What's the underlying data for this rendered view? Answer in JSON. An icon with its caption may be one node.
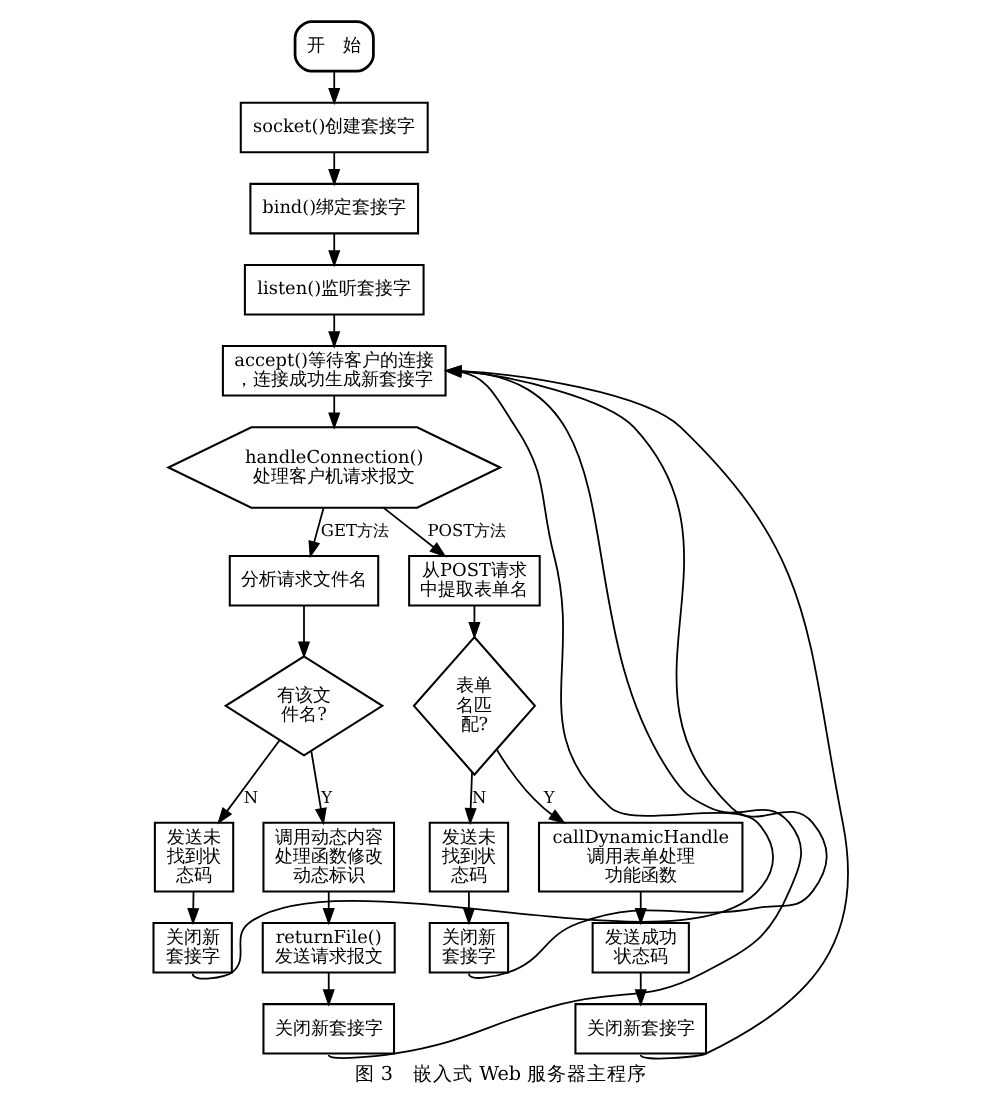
{
  "diagram": {
    "caption": "图 3　嵌入式 Web 服务器主程序",
    "nodes": [
      {
        "text": [
          "开　始"
        ]
      },
      {
        "text": [
          "socket()创建套接字"
        ]
      },
      {
        "text": [
          "bind()绑定套接字"
        ]
      },
      {
        "text": [
          "listen()监听套接字"
        ]
      },
      {
        "text": [
          "accept()等待客户的连接，连接成功生成新套接字"
        ]
      },
      {
        "text": [
          "handleConnection()",
          "处理客户机请求报文"
        ]
      },
      {
        "text": [
          "分析请求文件名"
        ]
      },
      {
        "text": [
          "从POST请求中提取表单名"
        ]
      },
      {
        "text": [
          "有该文件名?"
        ]
      },
      {
        "text": [
          "发送未找到状态码"
        ]
      },
      {
        "text": [
          "调用动态内容处理函数修改动态标识"
        ]
      },
      {
        "text": [
          "returnFile()",
          "发送请求报文"
        ]
      },
      {
        "text": [
          "关闭新套接字"
        ]
      },
      {
        "text": [
          "关闭新套接字"
        ]
      },
      {
        "text": [
          "表单名匹配?"
        ]
      },
      {
        "text": [
          "发送未找到状态码"
        ]
      },
      {
        "text": [
          "callDynamicHandle",
          "调用表单处理功能函数"
        ]
      },
      {
        "text": [
          "发送成功状态码"
        ]
      },
      {
        "text": [
          "关闭新套接字"
        ]
      },
      {
        "text": [
          "关闭新套接字"
        ]
      }
    ],
    "edges": [
      {
        "from": 0,
        "to": 1,
        "arrow": "to"
      },
      {
        "from": 1,
        "to": 2,
        "arrow": "to"
      },
      {
        "from": 2,
        "to": 3,
        "arrow": "to"
      },
      {
        "from": 3,
        "to": 4,
        "arrow": "to"
      },
      {
        "from": 4,
        "to": 5,
        "arrow": "to"
      },
      {
        "from": 5,
        "to": 6,
        "label": "GET方法",
        "arrow": "to"
      },
      {
        "from": 5,
        "to": 7,
        "label": "POST方法",
        "arrow": "to"
      },
      {
        "from": 6,
        "to": 8,
        "arrow": "to"
      },
      {
        "from": 8,
        "to": 9,
        "label": "N",
        "arrow": "to"
      },
      {
        "from": 8,
        "to": 10,
        "label": "Y",
        "arrow": "to"
      },
      {
        "from": 10,
        "to": 11,
        "arrow": "to"
      },
      {
        "from": 9,
        "to": 12,
        "arrow": "to"
      },
      {
        "from": 11,
        "to": 13,
        "arrow": "to"
      },
      {
        "from": 7,
        "to": 14,
        "arrow": "to"
      },
      {
        "from": 14,
        "to": 15,
        "label": "N",
        "arrow": "to"
      },
      {
        "from": 14,
        "to": 16,
        "label": "Y",
        "arrow": "to"
      },
      {
        "from": 16,
        "to": 17,
        "arrow": "to"
      },
      {
        "from": 15,
        "to": 18,
        "arrow": "to"
      },
      {
        "from": 17,
        "to": 19,
        "arrow": "to"
      },
      {
        "from": 12,
        "to": 4,
        "arrow": "to"
      },
      {
        "from": 13,
        "to": 4,
        "arrow": "to"
      },
      {
        "from": 18,
        "to": 4,
        "arrow": "to"
      },
      {
        "from": 19,
        "to": 4,
        "arrow": "to"
      }
    ]
  }
}
